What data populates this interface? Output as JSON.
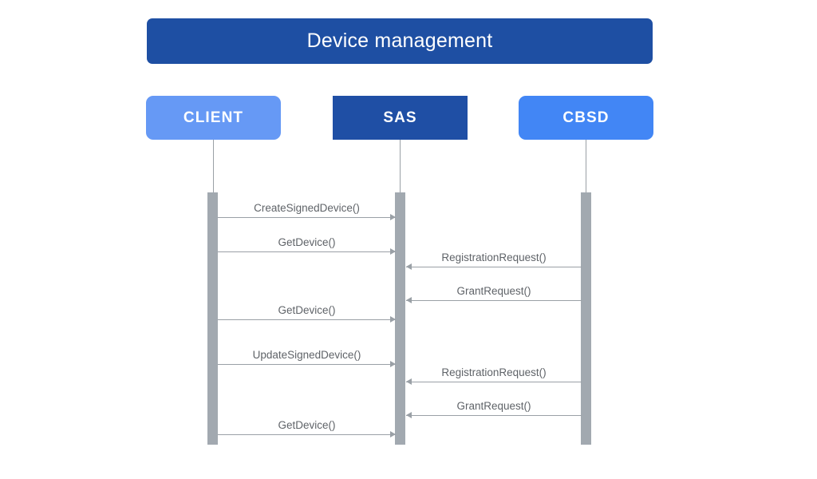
{
  "diagram": {
    "type": "uml-sequence-diagram",
    "title": "Device management",
    "colors": {
      "title_banner": "#1e4fa3",
      "client_box": "#6699f5",
      "sas_box": "#1f4fa5",
      "cbsd_box": "#4286f5",
      "activation_bar": "#a2a9b0",
      "arrow_line": "#9aa0a6",
      "label_text": "#5f6368",
      "background": "#ffffff"
    }
  },
  "participants": [
    {
      "id": "client",
      "label": "CLIENT"
    },
    {
      "id": "sas",
      "label": "SAS"
    },
    {
      "id": "cbsd",
      "label": "CBSD"
    }
  ],
  "messages": [
    {
      "label": "CreateSignedDevice()",
      "from": "client",
      "to": "sas",
      "direction": "right"
    },
    {
      "label": "GetDevice()",
      "from": "client",
      "to": "sas",
      "direction": "right"
    },
    {
      "label": "RegistrationRequest()",
      "from": "cbsd",
      "to": "sas",
      "direction": "left"
    },
    {
      "label": "GrantRequest()",
      "from": "cbsd",
      "to": "sas",
      "direction": "left"
    },
    {
      "label": "GetDevice()",
      "from": "client",
      "to": "sas",
      "direction": "right"
    },
    {
      "label": "UpdateSignedDevice()",
      "from": "client",
      "to": "sas",
      "direction": "right"
    },
    {
      "label": "RegistrationRequest()",
      "from": "cbsd",
      "to": "sas",
      "direction": "left"
    },
    {
      "label": "GrantRequest()",
      "from": "cbsd",
      "to": "sas",
      "direction": "left"
    },
    {
      "label": "GetDevice()",
      "from": "client",
      "to": "sas",
      "direction": "right"
    }
  ]
}
